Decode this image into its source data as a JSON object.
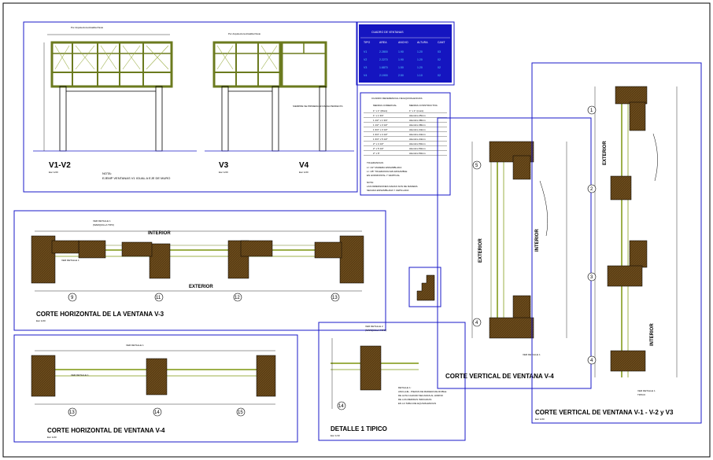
{
  "elevation": {
    "top_label_1": "Por Arquitectura Alcaldia Pasto",
    "top_label_2": "Por Arquitectura Alcaldia Pasto",
    "view_v1v2": "V1-V2",
    "view_v3": "V3",
    "view_v4": "V4",
    "scale": "Esc 1/20",
    "note_head": "NOTA:",
    "note_text": "EJEMP VENTANAS V1 IGUAL A EJE DE MURO",
    "side_note": "SIEMPRE SE PRIMERA EN MASA PERFECTA"
  },
  "table_windows": {
    "title": "CUADRO DE VENTANAS",
    "headers": [
      "TIPO",
      "AREA",
      "ANCHO",
      "ALTURA",
      "CANT"
    ],
    "rows": [
      [
        "V1",
        "2.2800",
        "1.90",
        "1.20",
        "03"
      ],
      [
        "V2",
        "2.2270",
        "1.90",
        "1.20",
        "02"
      ],
      [
        "V3",
        "1.6870",
        "1.50",
        "1.20",
        "02"
      ],
      [
        "V4",
        "2.1900",
        "2.50",
        "1.10",
        "02"
      ]
    ]
  },
  "table_equiv": {
    "title": "CUADRO REFERENCIAL DE EQUIVALENCIAS",
    "head_left": "MEDIDA COMERCIAL",
    "head_right": "MEDIDA CONSTRUCTIVA",
    "rows": [
      [
        "1\" x 1\" (Muro)",
        "1\" x 1\" (muro)"
      ],
      [
        "1\" x 1 3/4\"",
        "Aluminio 25mm"
      ],
      [
        "1 1/2\" x 1 3/4\"",
        "Aluminio 38mm"
      ],
      [
        "1 1/2\" x 3 1/2\"",
        "Aluminio 38mm"
      ],
      [
        "1 3/4\" x 3 1/2\"",
        "Aluminio 44mm"
      ],
      [
        "1 3/4\" x 4 1/2\"",
        "Aluminio 44mm"
      ],
      [
        "1 3/4\" x 5 1/2\"",
        "Aluminio 44mm"
      ],
      [
        "2\" x 4 1/2\"",
        "Aluminio 50mm"
      ],
      [
        "2\" x 5 1/2\"",
        "Aluminio 50mm"
      ],
      [
        "2\" x 6\"",
        "Aluminio 50mm"
      ]
    ],
    "tol_head": "TOLERANCIAS",
    "tol_lines": [
      "L= 1/2\" MADERA ENSAMBLADA",
      "L= 1/8\" TOLERANCIA EN ENSAMBLE",
      "EN HORIZONTAL Y VERTICAL"
    ],
    "note_head": "NOTA:",
    "note_lines": [
      "LAS DIMENSIONES DADAS SON DE MADERA",
      "SECADA ENSAMBLADA Y CEPILLADA"
    ]
  },
  "horiz_v3": {
    "title": "CORTE HORIZONTAL DE LA VENTANA V-3",
    "scale": "Esc 1/20",
    "interior": "INTERIOR",
    "exterior": "EXTERIOR",
    "callout_top": "VER DETALLE 1",
    "callout_top2": "(MARQUILLA TIPO)",
    "callout_left": "VER DETALLE 1",
    "bubbles": [
      "9",
      "11",
      "12",
      "13"
    ]
  },
  "horiz_v4": {
    "title": "CORTE HORIZONTAL DE VENTANA V-4",
    "scale": "Esc 1/20",
    "callout_left": "VER DETALLE 1",
    "callout_top": "VER DETALLE 1",
    "bubbles": [
      "13",
      "14",
      "15"
    ]
  },
  "detail_1": {
    "title": "DETALLE 1 TIPICO",
    "scale": "Esc 1/10",
    "callout": "VER DETALLE 2",
    "callout2": "(MARQUILLA TIPO)",
    "bubble": "14",
    "note_head": "DETALLE 1:",
    "note_lines": [
      "ANCLAJE - PIEZAS DE MADERA DE ROBLE",
      "DE ALTA CALIDAD SECADAS AL HORNO",
      "DE LAS MEDIDAS INDICADAS",
      "EN LA TABLA DE EQUIVALENCIAS"
    ]
  },
  "vert_v4": {
    "title": "CORTE VERTICAL DE VENTANA V-4",
    "exterior": "EXTERIOR",
    "interior": "INTERIOR",
    "callout": "VER DETALLE 1",
    "bubbles": [
      "5",
      "4"
    ]
  },
  "vert_v123": {
    "title": "CORTE VERTICAL DE VENTANA V-1 - V-2 y V3",
    "scale": "Esc 1/20",
    "exterior": "EXTERIOR",
    "interior": "INTERIOR",
    "callout": "VER DETALLE 1",
    "callout2": "TIPICO",
    "bubbles": [
      "1",
      "2",
      "3",
      "4"
    ]
  },
  "colors": {
    "frame_blue": "#1a1ac8",
    "profile_brown": "#5a3d14",
    "profile_green": "#9db04a",
    "line_olive": "#6b7a1e",
    "table_fill": "#1515c0"
  }
}
